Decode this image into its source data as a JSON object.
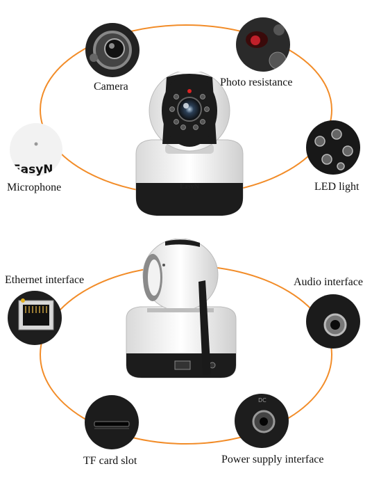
{
  "top_features": {
    "camera": "Camera",
    "photo_resistance": "Photo resistance",
    "microphone": "Microphone",
    "led_light": "LED light",
    "brand_logo": "EasyN"
  },
  "bottom_features": {
    "ethernet": "Ethernet interface",
    "audio": "Audio interface",
    "tf_card": "TF card slot",
    "power": "Power supply interface"
  },
  "colors": {
    "ring": "#f28c28",
    "camera_body": "#f4f4f4",
    "camera_dark": "#1c1c1c"
  },
  "icons": [
    "camera-lens-icon",
    "photo-sensor-icon",
    "microphone-icon",
    "led-light-icon",
    "ethernet-port-icon",
    "audio-jack-icon",
    "tf-card-slot-icon",
    "power-jack-icon"
  ]
}
